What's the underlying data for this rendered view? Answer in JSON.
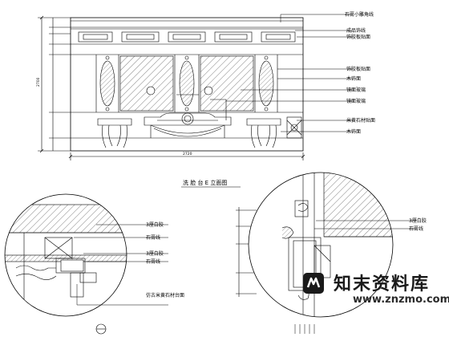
{
  "drawing": {
    "title": "洗 脸 台 E 立面图",
    "elevation_labels": [
      "石膏小雕角线",
      "成品饰线",
      "饰胶板贴面",
      "镜面玻璃",
      "木饰面",
      "米黄石材贴面"
    ],
    "detail_left_labels": [
      "3厘白胶",
      "石膏线",
      "3厘白胶",
      "石膏线",
      "仿古米黄石材台面"
    ],
    "detail_right_labels": [
      "3厘白胶",
      "石膏线"
    ],
    "dim_values": {
      "overall_height": "2700",
      "overall_width": "2720"
    }
  },
  "watermark": {
    "brand": "知末资料库",
    "url": "www.znzmo.com"
  }
}
